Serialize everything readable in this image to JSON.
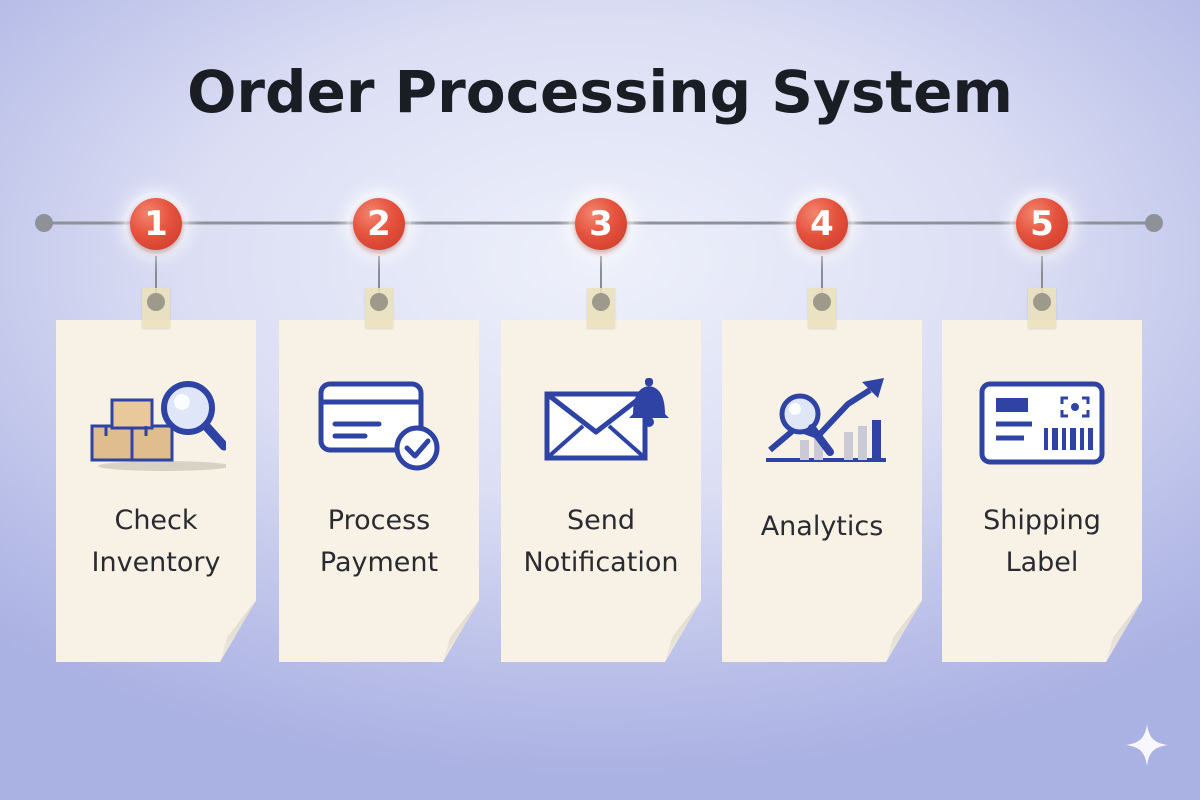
{
  "title": "Order Processing System",
  "colors": {
    "accent_red": "#e5523d",
    "icon_blue": "#2e43a3",
    "card_bg": "#f8f2e6",
    "title_text": "#1b1d24"
  },
  "steps": [
    {
      "number": "1",
      "line1": "Check",
      "line2": "Inventory",
      "icon": "inventory-search-icon"
    },
    {
      "number": "2",
      "line1": "Process",
      "line2": "Payment",
      "icon": "payment-card-check-icon"
    },
    {
      "number": "3",
      "line1": "Send",
      "line2": "Notification",
      "icon": "envelope-bell-icon"
    },
    {
      "number": "4",
      "line1": "Analytics",
      "line2": "",
      "icon": "analytics-chart-icon"
    },
    {
      "number": "5",
      "line1": "Shipping",
      "line2": "Label",
      "icon": "shipping-label-icon"
    }
  ]
}
